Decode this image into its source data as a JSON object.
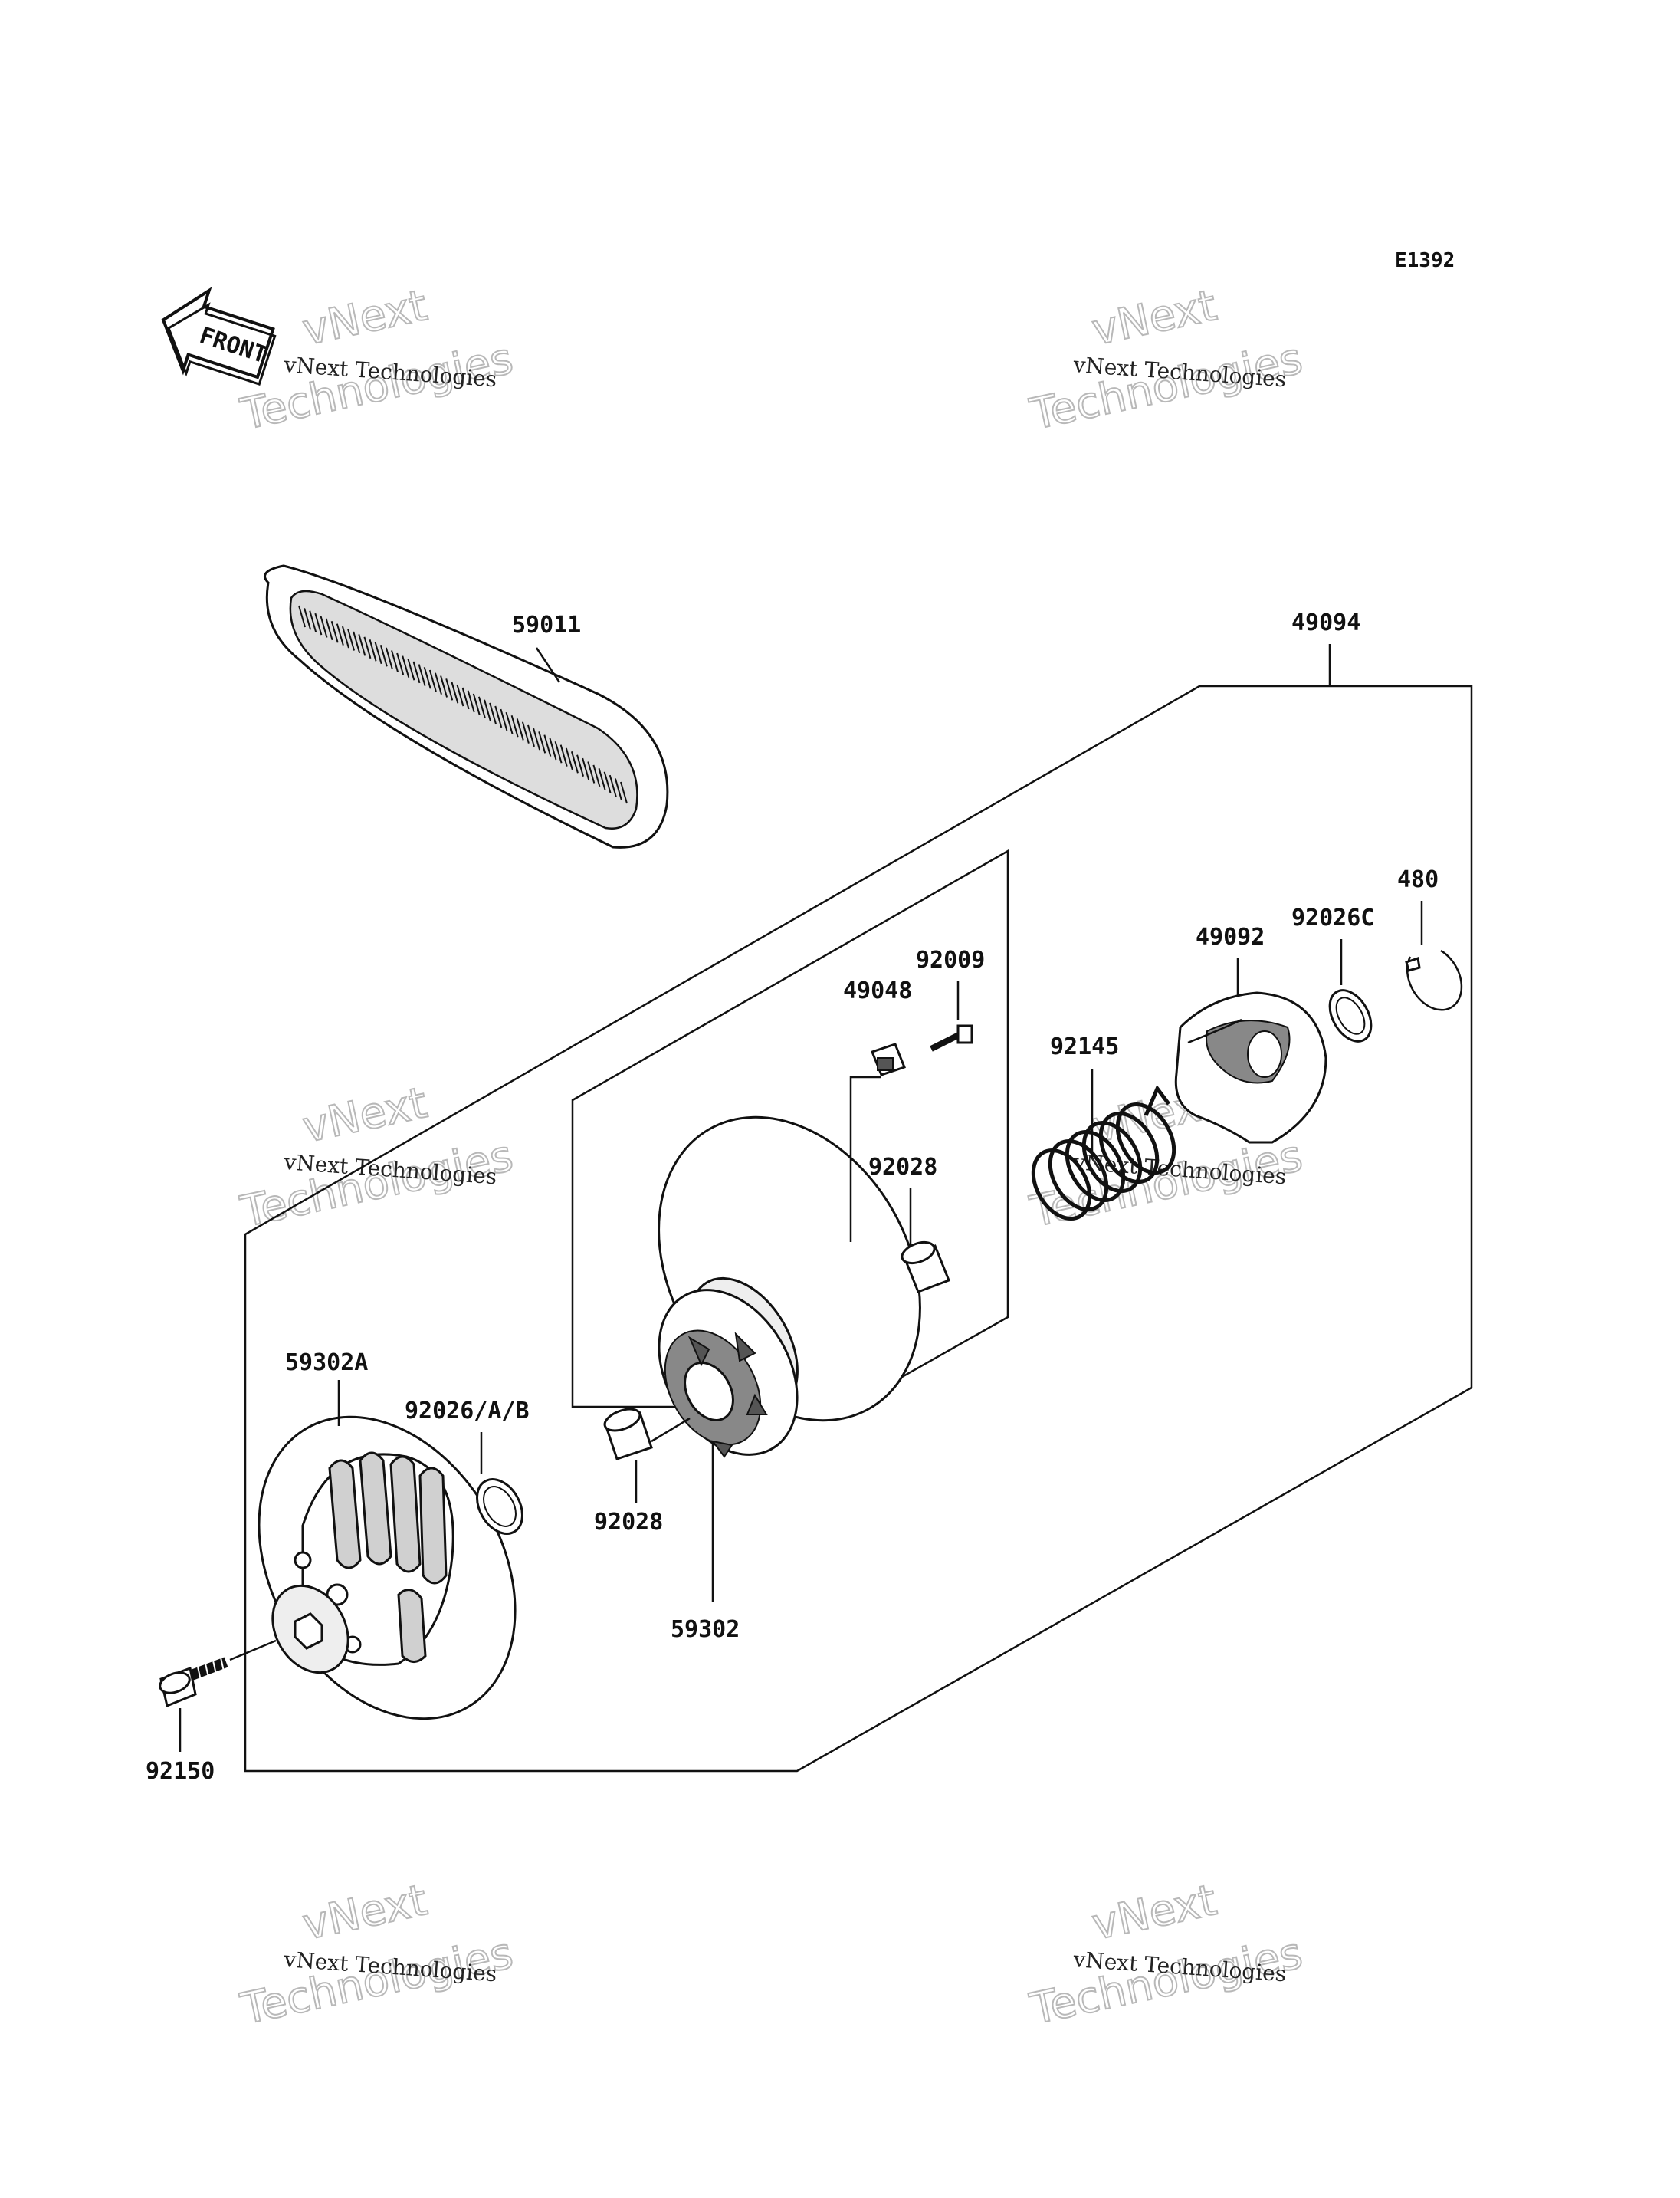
{
  "diagram_code": "E1392",
  "front_label": "FRONT",
  "watermark": {
    "line1": "vNext",
    "line2": "Technologies",
    "caption": "vNext Technologies"
  },
  "parts": {
    "belt": "59011",
    "driven_assembly": "49094",
    "sheave_assembly": "59302",
    "fixed_sheave": "59302A",
    "cam": "49092",
    "spring": "92145",
    "washer_c": "92026C",
    "snap_ring": "480",
    "screw": "92009",
    "shoe": "49048",
    "bushing_upper": "92028",
    "bushing_lower": "92028",
    "washer_ab": "92026/A/B",
    "bolt": "92150"
  }
}
